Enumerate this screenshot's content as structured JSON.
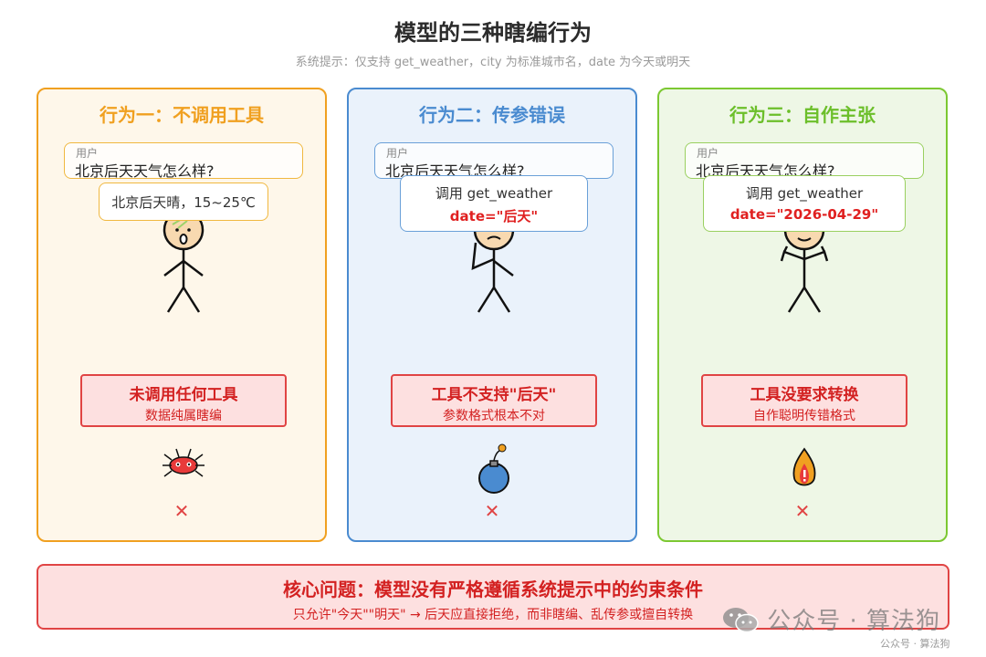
{
  "header": {
    "title": "模型的三种瞎编行为",
    "subtitle": "系统提示：仅支持 get_weather，city 为标准城市名，date 为今天或明天"
  },
  "panels": [
    {
      "title": "行为一：不调用工具",
      "color": "#f0a020",
      "bg": "#fef7ea",
      "user_label": "用户",
      "user_text": "北京后天天气怎么样?",
      "reply_line1": "北京后天晴，15~25℃",
      "verdict_main": "未调用任何工具",
      "verdict_sub": "数据纯属瞎编",
      "hazard_icon": "bug-icon",
      "result": "✕"
    },
    {
      "title": "行为二：传参错误",
      "color": "#4a8bd0",
      "bg": "#eaf2fb",
      "user_label": "用户",
      "user_text": "北京后天天气怎么样?",
      "reply_line1": "调用 get_weather",
      "reply_line2": "date=\"后天\"",
      "verdict_main": "工具不支持\"后天\"",
      "verdict_sub": "参数格式根本不对",
      "hazard_icon": "bomb-icon",
      "result": "✕"
    },
    {
      "title": "行为三：自作主张",
      "color": "#7cc832",
      "bg": "#eef7e6",
      "user_label": "用户",
      "user_text": "北京后天天气怎么样?",
      "reply_line1": "调用 get_weather",
      "reply_line2": "date=\"2026-04-29\"",
      "verdict_main": "工具没要求转换",
      "verdict_sub": "自作聪明传错格式",
      "hazard_icon": "flame-icon",
      "result": "✕"
    }
  ],
  "core": {
    "main": "核心问题：模型没有严格遵循系统提示中的约束条件",
    "sub": "只允许\"今天\"\"明天\" → 后天应直接拒绝，而非瞎编、乱传参或擅自转换"
  },
  "watermark": {
    "text": "公众号 · 算法狗",
    "small": "公众号 · 算法狗"
  }
}
